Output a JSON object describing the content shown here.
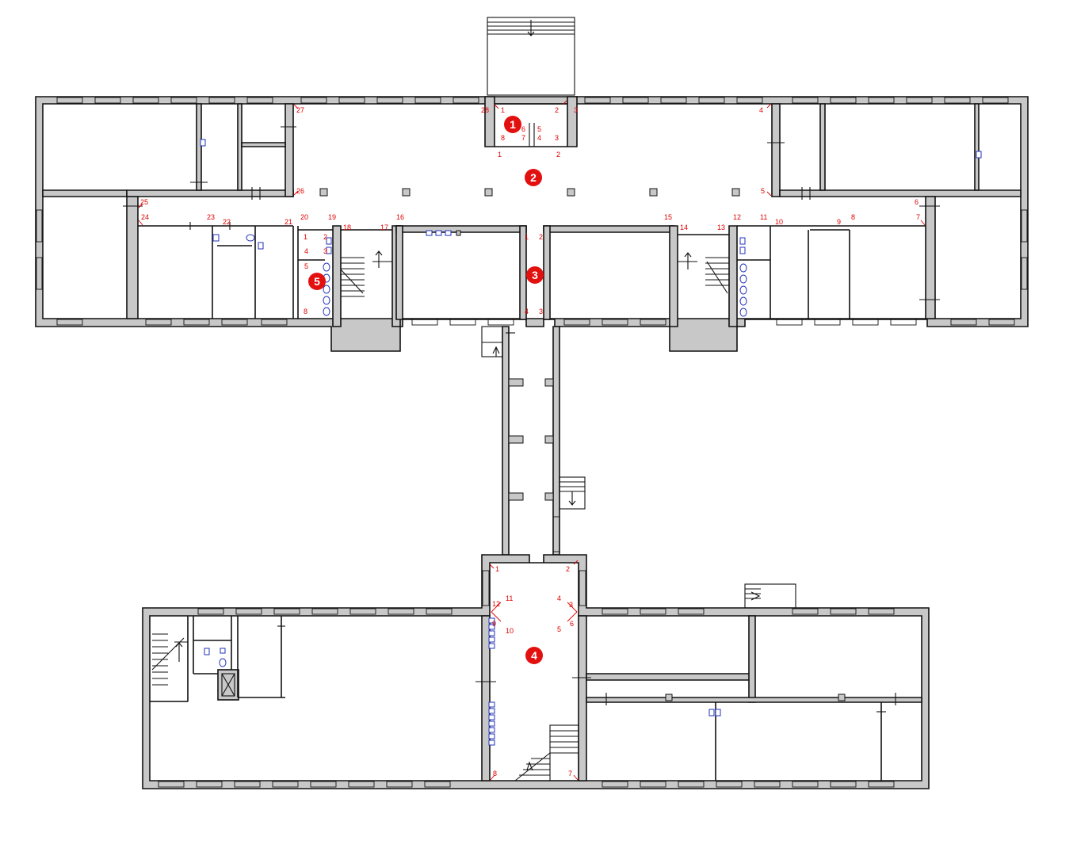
{
  "zones": [
    "1",
    "2",
    "3",
    "4",
    "5"
  ],
  "vestibule_points": [
    "28",
    "1",
    "2",
    "3",
    "8",
    "6",
    "5",
    "7",
    "4",
    "3",
    "1",
    "2"
  ],
  "hall_points": [
    "27",
    "4",
    "26",
    "5",
    "25",
    "24",
    "23",
    "22",
    "21",
    "20",
    "19",
    "18",
    "17",
    "16",
    "15",
    "14",
    "13",
    "12",
    "11",
    "10",
    "9",
    "8",
    "6",
    "7"
  ],
  "corridor_points": [
    "1",
    "2",
    "4",
    "3"
  ],
  "restroom_points": [
    "1",
    "2",
    "4",
    "3",
    "5",
    "8"
  ],
  "south_points": [
    "1",
    "2",
    "11",
    "12",
    "9",
    "10",
    "4",
    "3",
    "5",
    "6",
    "8",
    "7"
  ],
  "colors": {
    "marker": "#e31010",
    "labels": "#e00000",
    "fixtures": "#2233bb",
    "walls": "#c8c8c8"
  }
}
